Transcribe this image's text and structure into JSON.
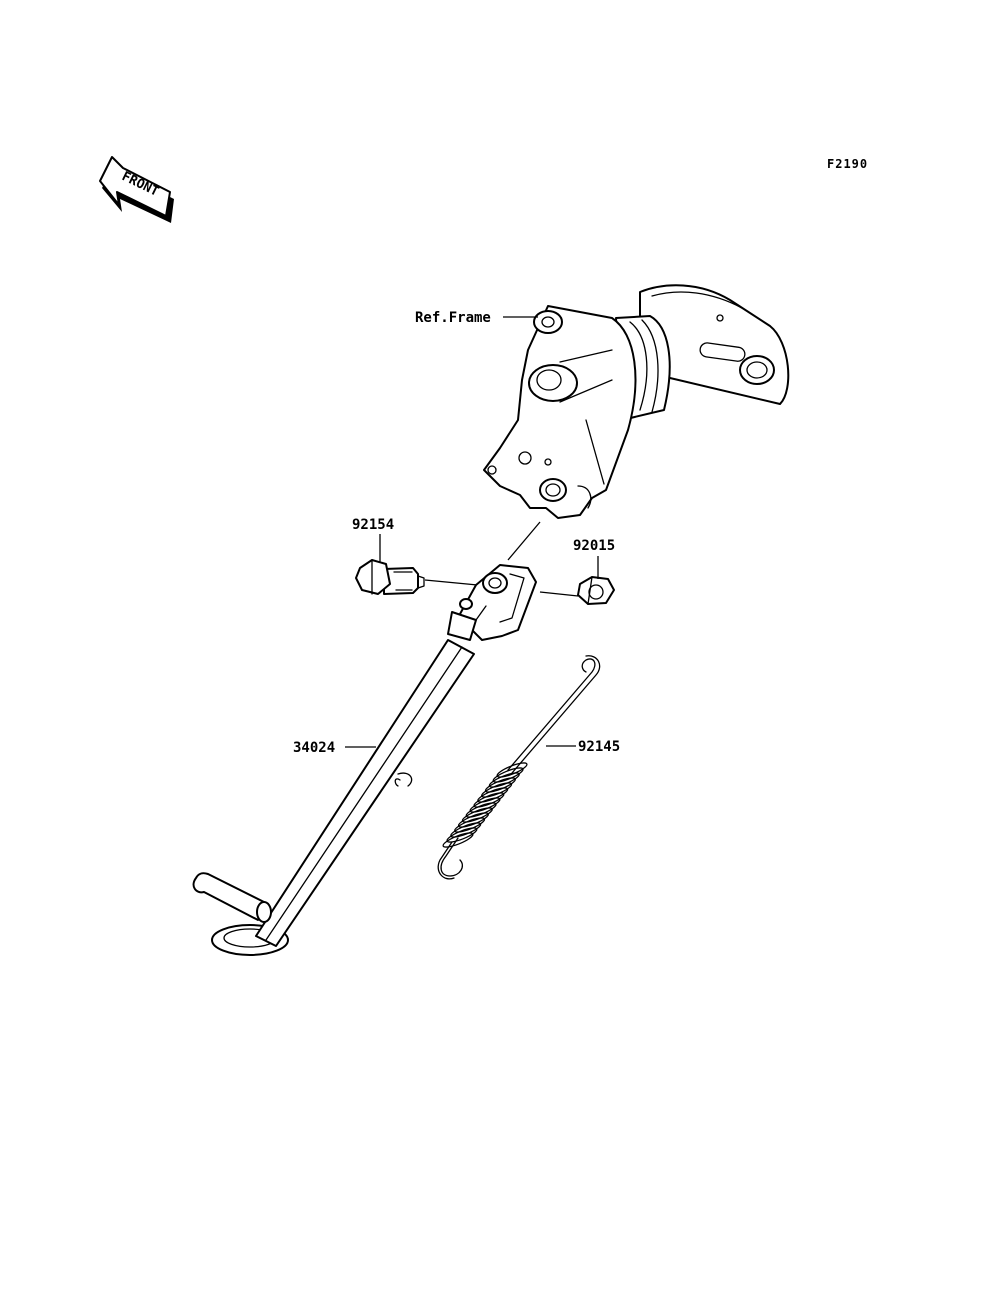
{
  "diagram_code": "F2190",
  "front_arrow_label": "FRONT",
  "callouts": {
    "ref_frame": "Ref.Frame",
    "bolt": "92154",
    "nut": "92015",
    "stand": "34024",
    "spring": "92145"
  }
}
